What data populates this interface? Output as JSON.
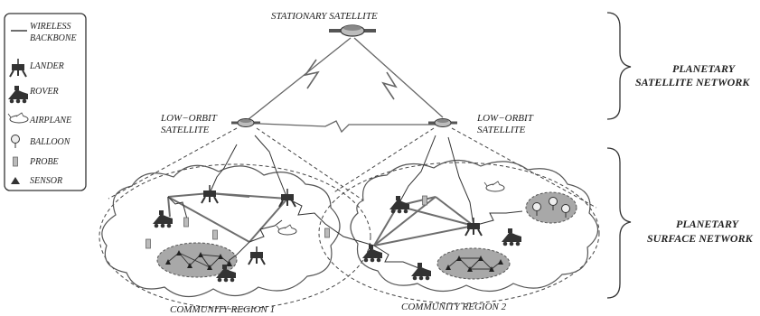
{
  "legend": {
    "wireless_backbone_1": "WIRELESS",
    "wireless_backbone_2": "BACKBONE",
    "lander": "LANDER",
    "rover": "ROVER",
    "airplane": "AIRPLANE",
    "balloon": "BALLOON",
    "probe": "PROBE",
    "sensor": "SENSOR"
  },
  "labels": {
    "stationary_satellite": "STATIONARY SATELLITE",
    "low_orbit_left_1": "LOW−ORBIT",
    "low_orbit_left_2": "SATELLITE",
    "low_orbit_right_1": "LOW−ORBIT",
    "low_orbit_right_2": "SATELLITE",
    "community_region_1": "COMMUNITY REGION 1",
    "community_region_2": "COMMUNITY REGION 2"
  },
  "brackets": {
    "satellite_network_1": "PLANETARY",
    "satellite_network_2": "SATELLITE NETWORK",
    "surface_network_1": "PLANETARY",
    "surface_network_2": "SURFACE NETWORK"
  },
  "colors": {
    "ink": "#333333",
    "backbone": "#6e6e6e",
    "cluster_fill": "#a8a8a8"
  }
}
